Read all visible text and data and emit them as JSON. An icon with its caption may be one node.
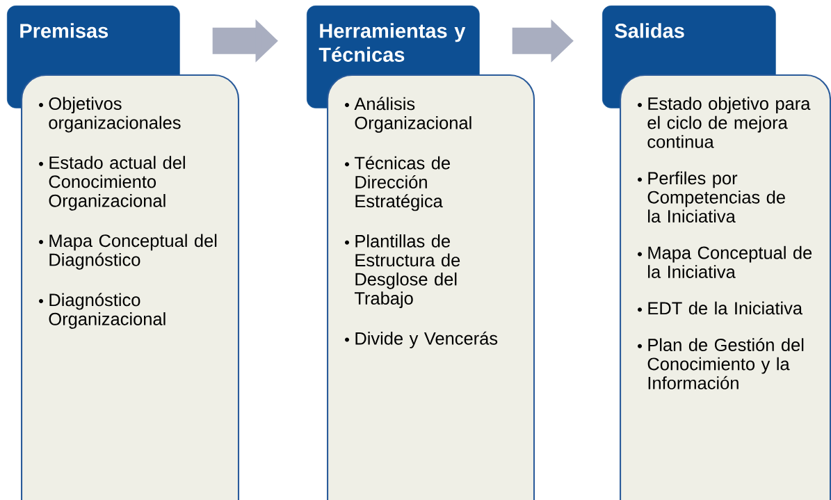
{
  "diagram": {
    "nodes": [
      {
        "text": [
          "Premisas"
        ]
      },
      {
        "text": [
          "Objetivos organizacionales",
          "Estado actual del Conocimiento Organizacional",
          "Mapa Conceptual del Diagnóstico",
          "Diagnóstico Organizacional"
        ]
      },
      {
        "text": [
          "Herramientas y Técnicas"
        ]
      },
      {
        "text": [
          "Análisis Organizacional",
          "Técnicas de Dirección Estratégica",
          "Plantillas de Estructura de Desglose del Trabajo",
          "Divide y Vencerás"
        ]
      },
      {
        "text": [
          "Salidas"
        ]
      },
      {
        "text": [
          "Estado objetivo para el ciclo de mejora continua",
          "Perfiles por Competencias de la Iniciativa",
          "Mapa Conceptual de la Iniciativa",
          "EDT de la Iniciativa",
          "Plan de Gestión del Conocimiento y la Información"
        ]
      }
    ],
    "edges": [
      {
        "from": 0,
        "to": 2,
        "arrow": "to"
      },
      {
        "from": 2,
        "to": 4,
        "arrow": "to"
      }
    ]
  }
}
